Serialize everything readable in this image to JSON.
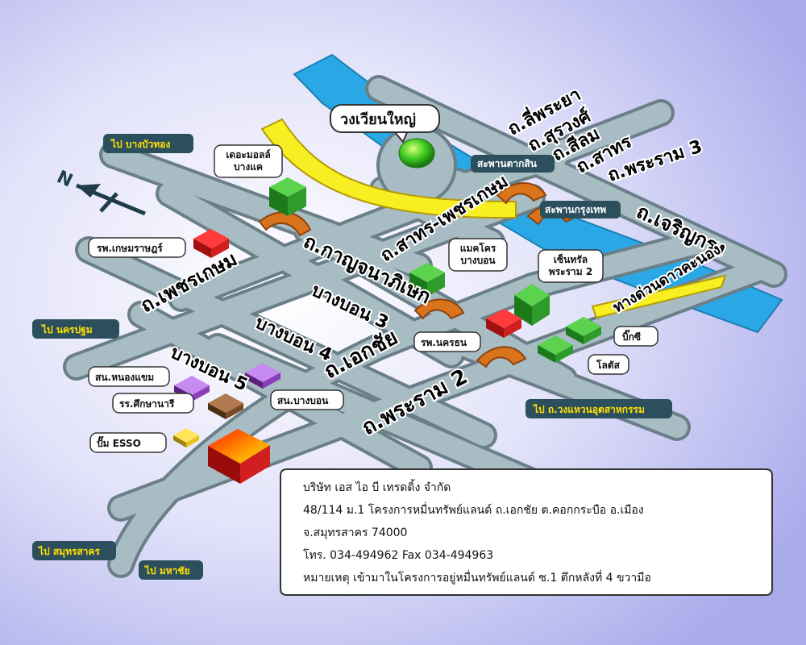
{
  "map": {
    "central_landmark": "วงเวียนใหญ่",
    "roads": {
      "lieng_phraya": "ถ.ลี่พระยา",
      "surawong": "ถ.สุรวงศ์",
      "silom": "ถ.สีลม",
      "sathorn": "ถ.สาทร",
      "rama3": "ถ.พระราม 3",
      "charoenkrung": "ถ.เจริญกรุง",
      "sathorn_phetkasem": "ถ.สาทร-เพชรเกษม",
      "kanchanaphisek": "ถ.กาญจนาภิเษก",
      "phetkasem": "ถ.เพชรเกษม",
      "bangbon3": "บางบอน 3",
      "bangbon4": "บางบอน 4",
      "bangbon5": "บางบอน 5",
      "ekkachai": "ถ.เอกชัย",
      "rama2": "ถ.พระราม 2",
      "expressway": "ทางด่วนดาวคะนอง"
    },
    "bridges": {
      "taksin": "สะพานตากสิน",
      "krungthep": "สะพานกรุงเทพ"
    },
    "destinations": {
      "bang_bua_thong": "ไป บางบัวทอง",
      "nakhon_pathom": "ไป นครปฐม",
      "samut_sakhon": "ไป สมุทรสาคร",
      "mahachai": "ไป มหาชัย",
      "industrial_ring": "ไป ถ.วงแหวนอุตสาหกรรม"
    },
    "places": {
      "the_mall": "เดอะมอลล์\nบางแค",
      "kasemrad": "รพ.เกษมราษฎร์",
      "makro": "แมคโคร\nบางบอน",
      "central": "เซ็นทรัล\nพระราม 2",
      "nakhon_hospital": "รพ.นครธน",
      "bigc": "บิ๊กซี",
      "lotus": "โลตัส",
      "nong_khaem_district": "สน.หนองแขม",
      "siksanari_school": "รร.ศึกษานารี",
      "bangbon_district": "สน.บางบอน",
      "esso": "ปั๊ม ESSO"
    },
    "compass_letter": "N"
  },
  "company": {
    "name": "บริษัท เอส ไอ บี เทรดดิ้ง จำกัด",
    "address1": "48/114 ม.1 โครงการหมื่นทรัพย์แลนด์ ถ.เอกชัย ต.คอกกระบือ อ.เมือง",
    "address2": "จ.สมุทรสาคร 74000",
    "phone": "โทร. 034-494962 Fax 034-494963",
    "note": "หมายเหตุ เข้ามาในโครงการอยู่หมื่นทรัพย์แลนด์ ซ.1 ตึกหลังที่ 4 ขวามือ"
  },
  "colors": {
    "background": "#c8c9f2",
    "road": "#a8bcc4",
    "road_edge": "#6a7f88",
    "river": "#2aa8e6",
    "expressway": "#f7ef22",
    "bridge": "#d9731c",
    "building_green": "#2e9b2a",
    "building_red": "#d11f1f",
    "building_purple": "#8a3fb8",
    "building_brown": "#7a4a26",
    "building_yellow": "#e4c21a",
    "label_dark": "#2c4f5e"
  }
}
